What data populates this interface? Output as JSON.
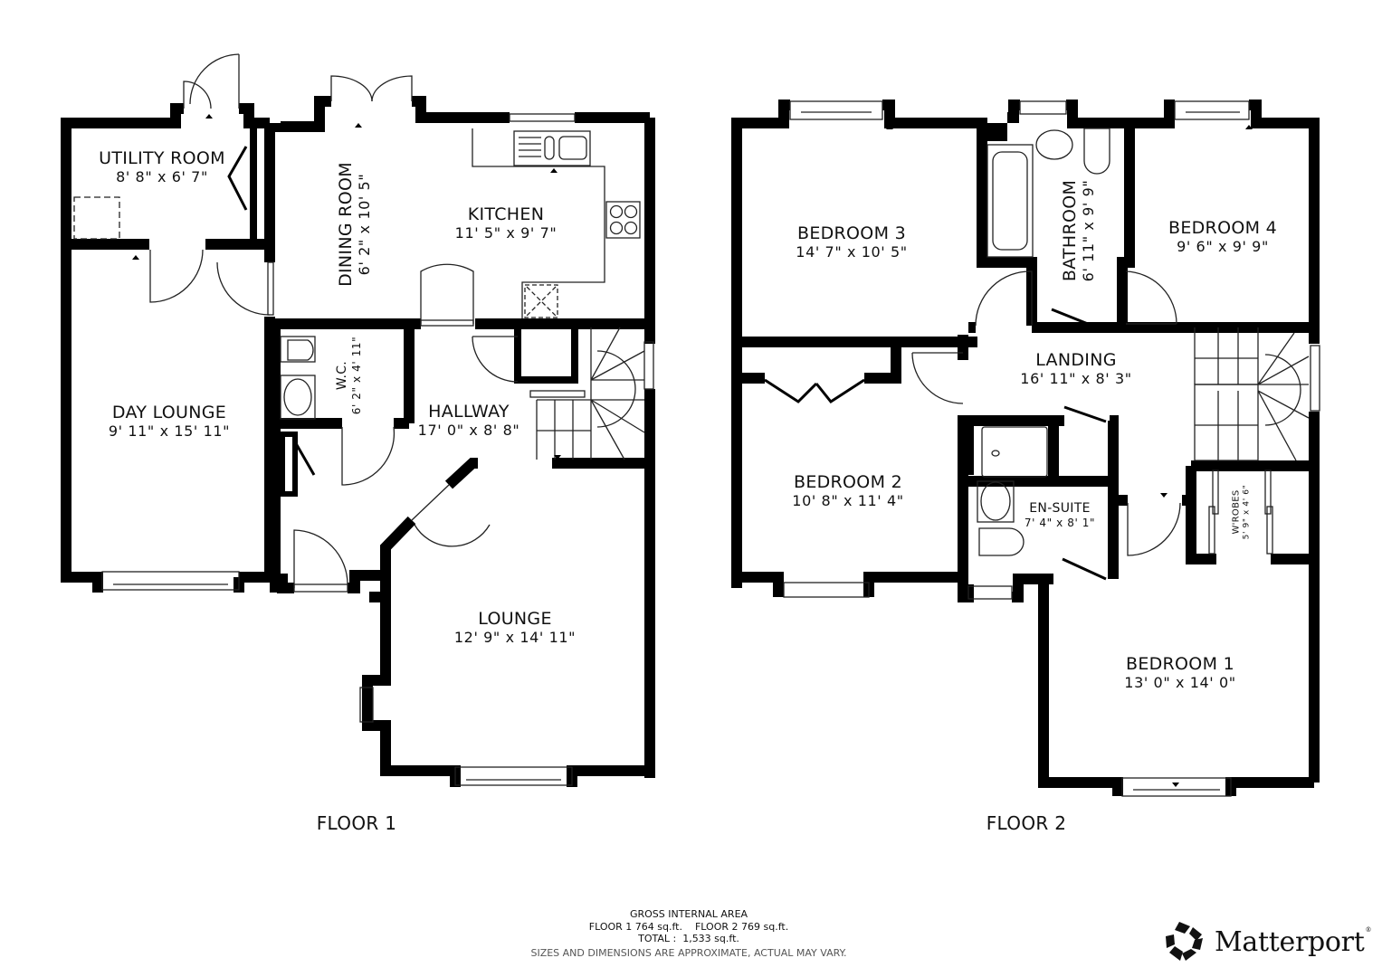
{
  "floors": [
    {
      "title": "FLOOR 1",
      "rooms": [
        {
          "name": "UTILITY ROOM",
          "dims": "8' 8\" x 6' 7\""
        },
        {
          "name": "DINING ROOM",
          "dims": "6' 2\" x 10' 5\""
        },
        {
          "name": "KITCHEN",
          "dims": "11' 5\" x 9' 7\""
        },
        {
          "name": "DAY LOUNGE",
          "dims": "9' 11\" x 15' 11\""
        },
        {
          "name": "W.C.",
          "dims": "6' 2\" x 4' 11\""
        },
        {
          "name": "HALLWAY",
          "dims": "17' 0\" x 8' 8\""
        },
        {
          "name": "LOUNGE",
          "dims": "12' 9\" x 14' 11\""
        }
      ]
    },
    {
      "title": "FLOOR 2",
      "rooms": [
        {
          "name": "BEDROOM 3",
          "dims": "14' 7\" x 10' 5\""
        },
        {
          "name": "BATHROOM",
          "dims": "6' 11\" x 9' 9\""
        },
        {
          "name": "BEDROOM 4",
          "dims": "9' 6\" x 9' 9\""
        },
        {
          "name": "LANDING",
          "dims": "16' 11\" x 8' 3\""
        },
        {
          "name": "BEDROOM 2",
          "dims": "10' 8\" x 11' 4\""
        },
        {
          "name": "EN-SUITE",
          "dims": "7' 4\" x 8' 1\""
        },
        {
          "name": "W'ROBES",
          "dims": "5' 9\" x 4' 6\""
        },
        {
          "name": "BEDROOM 1",
          "dims": "13' 0\" x 14' 0\""
        }
      ]
    }
  ],
  "gross_internal_area": {
    "heading": "GROSS INTERNAL AREA",
    "floors_line": "FLOOR 1 764 sq.ft.    FLOOR 2 769 sq.ft.",
    "total_line": "TOTAL :  1,533 sq.ft.",
    "disclaimer": "SIZES AND DIMENSIONS ARE APPROXIMATE, ACTUAL MAY VARY."
  },
  "brand": {
    "name": "Matterport",
    "registered": "®",
    "icon": "matterport-logo-icon"
  },
  "colors": {
    "wall": "#000000",
    "background": "#ffffff",
    "fixture_line": "#333333",
    "disclaimer_text": "#555555"
  }
}
